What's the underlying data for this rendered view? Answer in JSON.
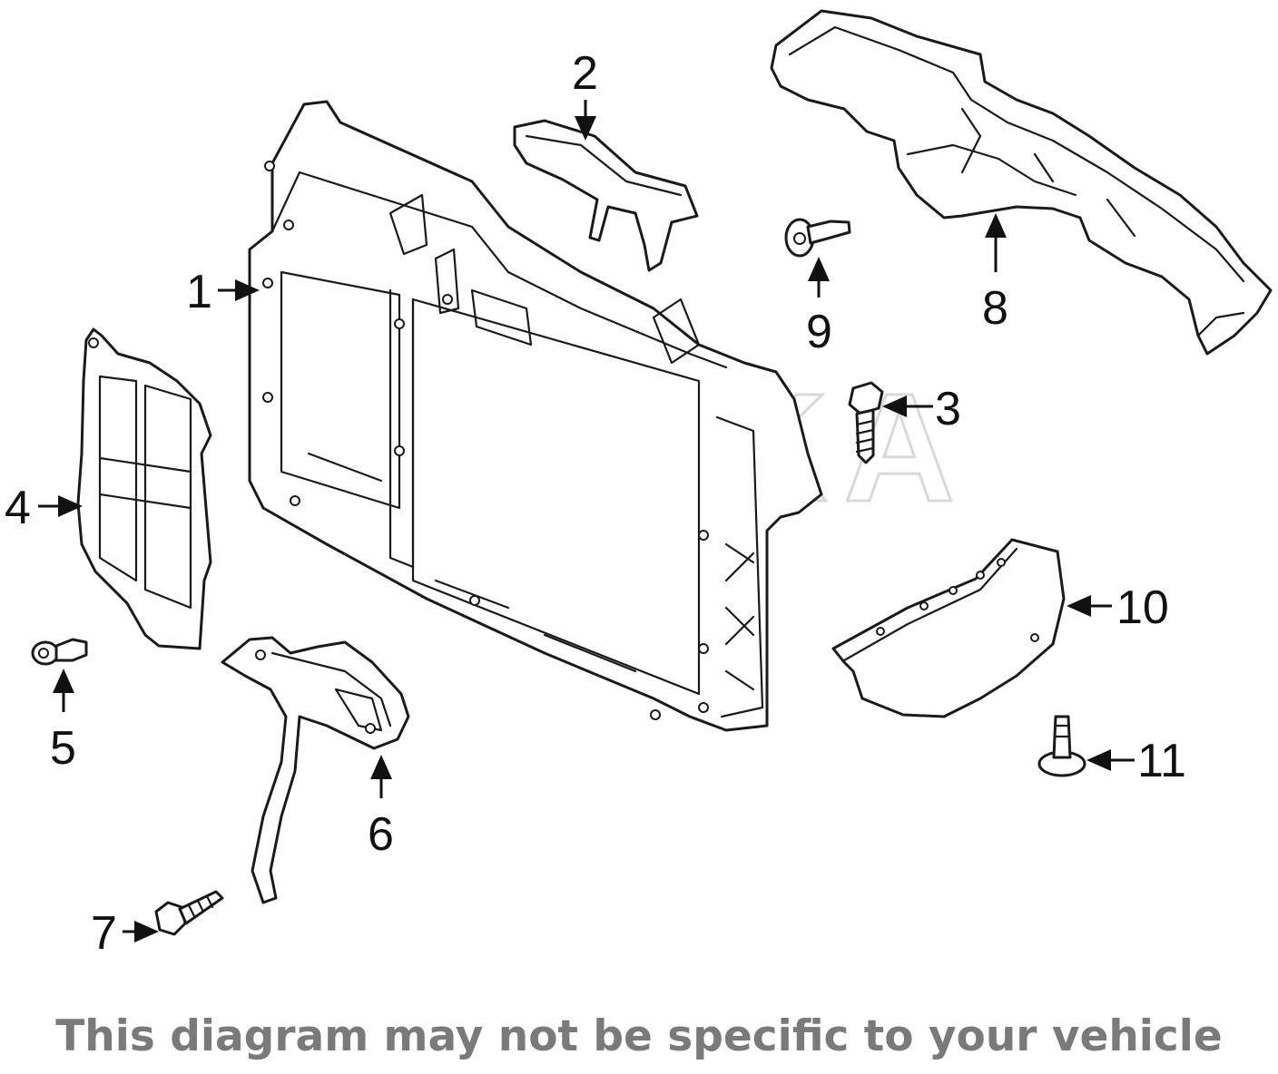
{
  "diagram": {
    "watermark": "REXKA",
    "disclaimer": "This diagram may not be specific to your vehicle",
    "callouts": {
      "c1": "1",
      "c2": "2",
      "c3": "3",
      "c4": "4",
      "c5": "5",
      "c6": "6",
      "c7": "7",
      "c8": "8",
      "c9": "9",
      "c10": "10",
      "c11": "11"
    }
  },
  "colors": {
    "line": "#1a1a1a",
    "disclaimer": "#7a7a7a",
    "watermark": "#d8d8d8"
  }
}
